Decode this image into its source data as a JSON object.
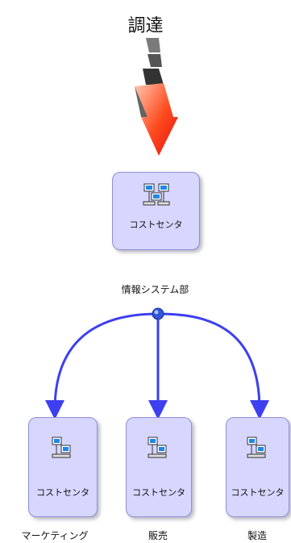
{
  "title": "調達",
  "root": {
    "label": "コストセンタ",
    "caption": "情報システム部"
  },
  "children": [
    {
      "label": "コストセンタ",
      "caption": "マーケティング"
    },
    {
      "label": "コストセンタ",
      "caption": "販売"
    },
    {
      "label": "コストセンタ",
      "caption": "製造"
    }
  ],
  "colors": {
    "box_fill": "#d7d6ff",
    "connector": "#3d3ff0",
    "node": "#2f56d8",
    "arrow_red": "#ff3b1a"
  },
  "icons": {
    "node": "network-computers-icon",
    "procurement": "stepped-arrow-icon"
  }
}
